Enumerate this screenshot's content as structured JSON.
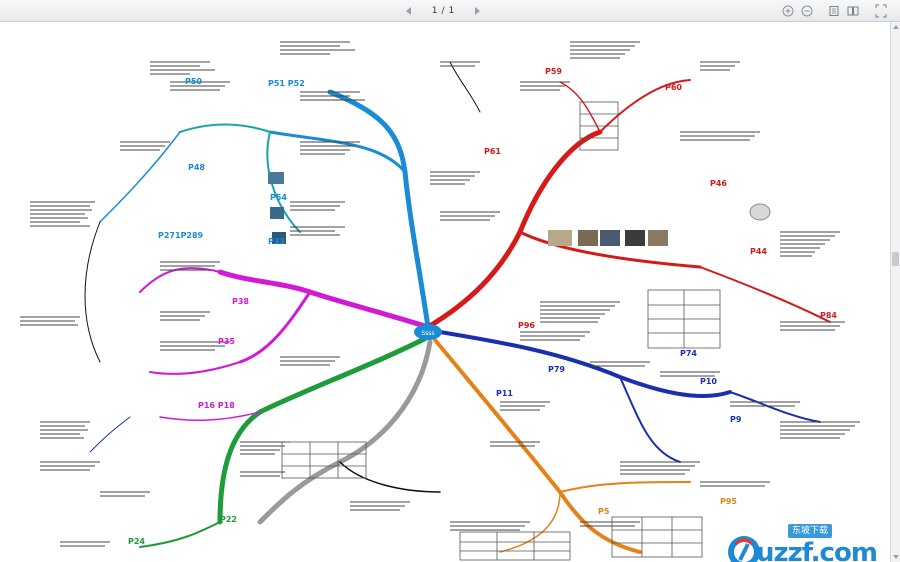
{
  "toolbar": {
    "prev_icon": "arrow-left-icon",
    "next_icon": "arrow-right-icon",
    "current_page": "1",
    "separator": "/",
    "total_pages": "1",
    "zoom_in_icon": "zoom-in-icon",
    "zoom_out_icon": "zoom-out-icon",
    "fit_page_icon": "fit-page-icon",
    "two_page_icon": "two-page-icon",
    "fullscreen_icon": "fullscreen-icon"
  },
  "mindmap": {
    "center_label": "Ssss",
    "page_refs": [
      "P50",
      "P51 P52",
      "P48",
      "P54",
      "P33",
      "P38",
      "P46",
      "P35",
      "P96",
      "P74",
      "P79",
      "P22",
      "P24",
      "P16",
      "P18",
      "P44",
      "P84",
      "P59",
      "P60",
      "P61",
      "P11",
      "P10",
      "P9",
      "P95",
      "P271P289"
    ],
    "branch_colors": {
      "blue": "#1a8bd6",
      "red": "#d61a1a",
      "magenta": "#d21ad6",
      "green": "#1e9b3a",
      "orange": "#e8801a",
      "navy": "#1a2fb0",
      "gray": "#9a9a9a",
      "teal": "#18a6a8",
      "black": "#111111"
    }
  },
  "watermark": {
    "badge": "东坡下载",
    "text": "uzzf.com"
  }
}
